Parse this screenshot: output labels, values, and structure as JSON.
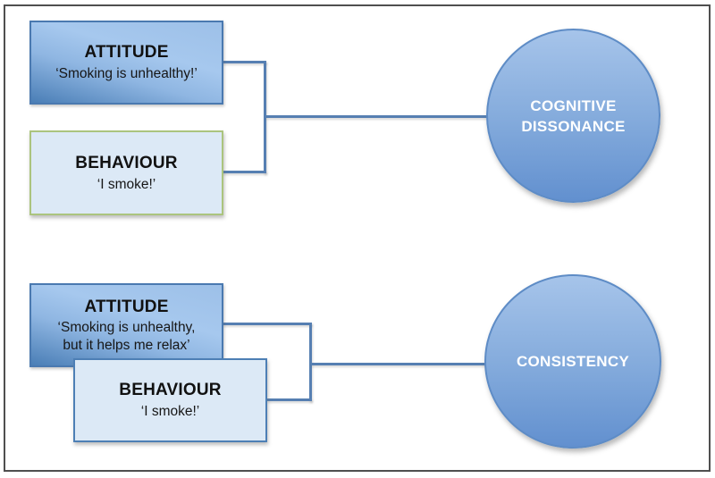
{
  "top_group": {
    "attitude": {
      "title": "ATTITUDE",
      "subtitle": "‘Smoking is unhealthy!’"
    },
    "behaviour": {
      "title": "BEHAVIOUR",
      "subtitle": "‘I smoke!’"
    },
    "outcome": {
      "line1": "COGNITIVE",
      "line2": "DISSONANCE"
    }
  },
  "bottom_group": {
    "attitude": {
      "title": "ATTITUDE",
      "subtitle_line1": "‘Smoking is unhealthy,",
      "subtitle_line2": "but it helps me relax’"
    },
    "behaviour": {
      "title": "BEHAVIOUR",
      "subtitle": "‘I smoke!’"
    },
    "outcome": {
      "line1": "CONSISTENCY"
    }
  },
  "colors": {
    "attitude_gradient_light": "#A6C8EE",
    "attitude_gradient_dark": "#4A7EB6",
    "attitude_border": "#4A79B0",
    "behaviour_fill": "#DCE9F6",
    "behaviour_border_green": "#ABC47E",
    "behaviour_border_blue": "#4D7FB5",
    "circle_gradient_top": "#A6C4EA",
    "circle_gradient_bottom": "#6290CF",
    "circle_border": "#5E8CC6",
    "circle_text": "#FFFFFF",
    "connector_line": "#567FB2",
    "frame_border": "#4F4F4F",
    "box_text": "#111111",
    "background": "#FFFFFF"
  }
}
